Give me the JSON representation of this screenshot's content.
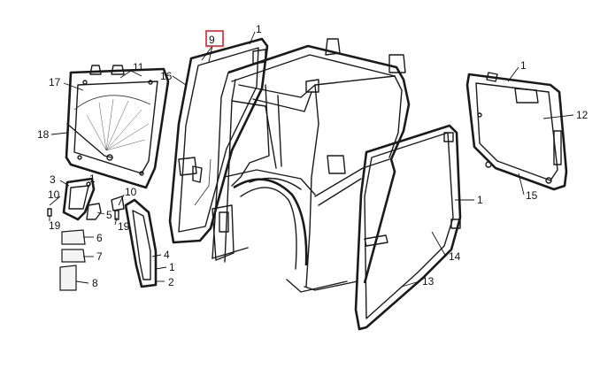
{
  "callouts": [
    {
      "id": "c1a",
      "text": "1"
    },
    {
      "id": "c9",
      "text": "9"
    },
    {
      "id": "c16",
      "text": "16"
    },
    {
      "id": "c17",
      "text": "17"
    },
    {
      "id": "c11",
      "text": "11"
    },
    {
      "id": "c18",
      "text": "18"
    },
    {
      "id": "c3",
      "text": "3"
    },
    {
      "id": "c1b",
      "text": "1"
    },
    {
      "id": "c10a",
      "text": "10"
    },
    {
      "id": "c5",
      "text": "5"
    },
    {
      "id": "c19a",
      "text": "19"
    },
    {
      "id": "c10b",
      "text": "10"
    },
    {
      "id": "c19b",
      "text": "19"
    },
    {
      "id": "c6",
      "text": "6"
    },
    {
      "id": "c7",
      "text": "7"
    },
    {
      "id": "c8",
      "text": "8"
    },
    {
      "id": "c4",
      "text": "4"
    },
    {
      "id": "c1c",
      "text": "1"
    },
    {
      "id": "c2",
      "text": "2"
    },
    {
      "id": "c1d",
      "text": "1"
    },
    {
      "id": "c12",
      "text": "12"
    },
    {
      "id": "c15",
      "text": "15"
    },
    {
      "id": "c1e",
      "text": "1"
    },
    {
      "id": "c14",
      "text": "14"
    },
    {
      "id": "c13",
      "text": "13"
    }
  ],
  "highlight": {
    "callout": "c9",
    "color": "#e0202a"
  }
}
